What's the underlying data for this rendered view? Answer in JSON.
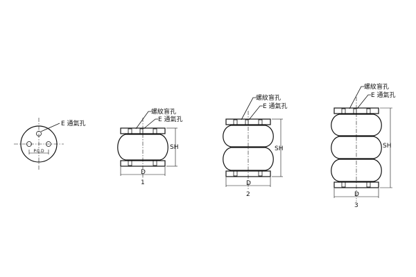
{
  "top_view": {
    "vent_label": "E 通氣孔",
    "pcd_label": "P.C.D"
  },
  "views": [
    {
      "id": "1",
      "convolutions": 1,
      "threaded_hole_label": "螺紋盲孔",
      "vent_label": "E 通氣孔",
      "height_label": "SH",
      "diameter_label": "D",
      "number": "1"
    },
    {
      "id": "2",
      "convolutions": 2,
      "threaded_hole_label": "螺紋盲孔",
      "vent_label": "E 通氣孔",
      "height_label": "SH",
      "diameter_label": "D",
      "number": "2"
    },
    {
      "id": "3",
      "convolutions": 3,
      "threaded_hole_label": "螺紋盲孔",
      "vent_label": "E 通氣孔",
      "height_label": "SH",
      "diameter_label": "D",
      "number": "3"
    }
  ]
}
